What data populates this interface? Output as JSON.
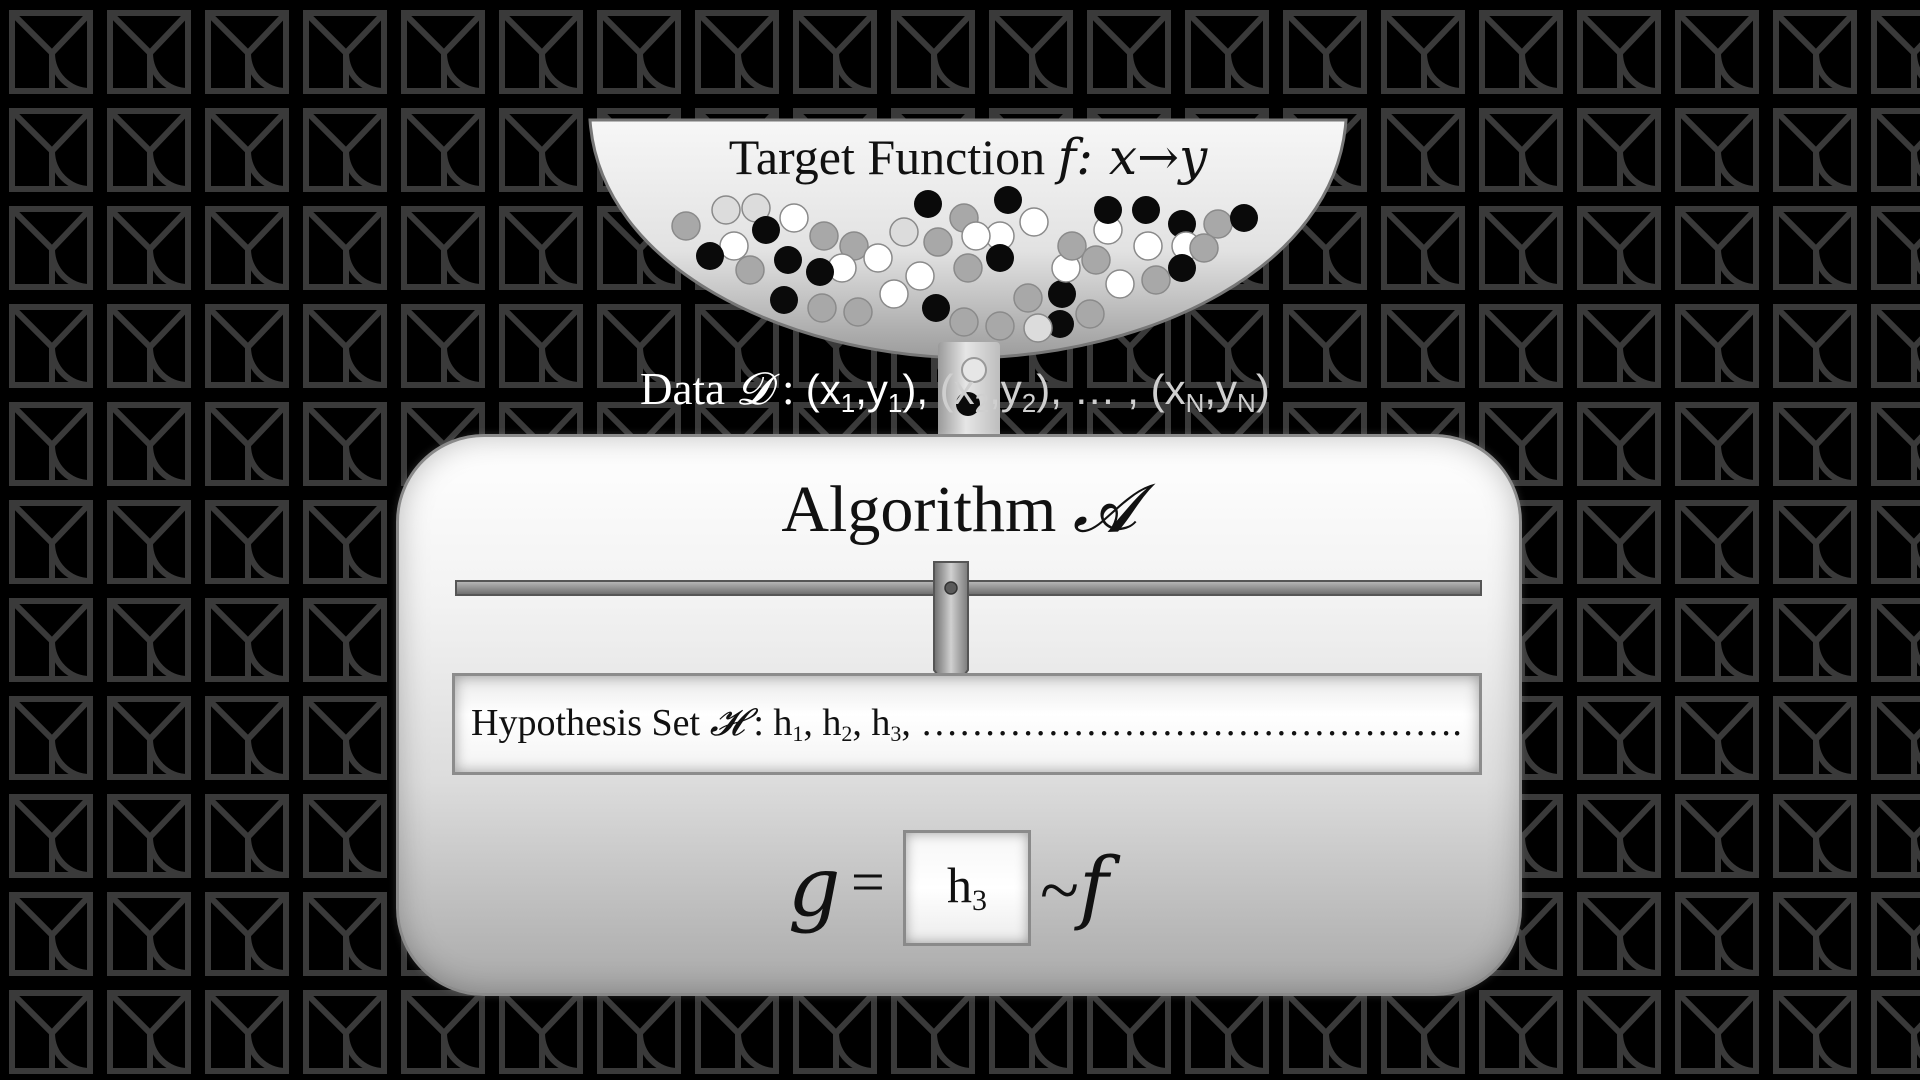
{
  "bowl": {
    "title_prefix": "Target Function",
    "f_symbol": "f",
    "mapping": ": x→y"
  },
  "data_label": {
    "prefix": "Data",
    "d_symbol": "𝓓",
    "sep": " : ",
    "p1_open": "(x",
    "p1_s1": "1",
    "p1_mid": ",y",
    "p1_s2": "1",
    "p1_close": "),",
    "p2_open": " (x",
    "p2_s1": "2",
    "p2_mid": ",y",
    "p2_s2": "2",
    "p2_close": "), … , (x",
    "pN_s1": "N",
    "pN_mid": ",y",
    "pN_s2": "N",
    "pN_close": ")"
  },
  "algorithm": {
    "title": "Algorithm",
    "a_symbol": "𝓐"
  },
  "hypothesis": {
    "label": "Hypothesis Set",
    "h_symbol": "𝓗",
    "sep": " : h",
    "s1": "1",
    "c1": ", h",
    "s2": "2",
    "c2": ", h",
    "s3": "3",
    "tail": ", ……………………………………."
  },
  "result": {
    "g_symbol": "g",
    "equals": "=",
    "selected_base": "h",
    "selected_sub": "3",
    "approx": "~",
    "f_symbol": "f"
  },
  "colors": {
    "background": "#000000",
    "pattern_stroke": "#3a3a3a",
    "ball_black": "#0a0a0a",
    "ball_gray": "#a8a8a8",
    "ball_light": "#dcdcdc",
    "ball_white": "#ffffff"
  }
}
